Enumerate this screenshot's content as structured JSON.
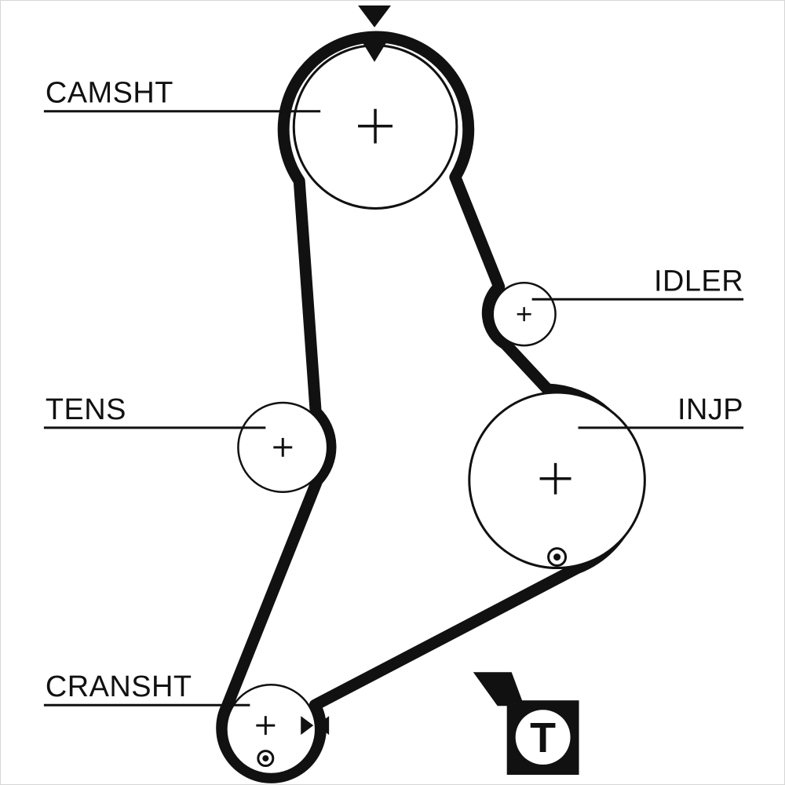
{
  "diagram": {
    "labels": {
      "camshaft": "CAMSHT",
      "idler": "IDLER",
      "tensioner": "TENS",
      "injection_pump": "INJP",
      "crankshaft": "CRANSHT"
    },
    "logo": {
      "letter": "T"
    },
    "icons": {
      "camshaft_timing_mark": "double-down-triangle",
      "crankshaft_timing_mark": "facing-triangles",
      "pulley_center_mark": "plus",
      "alignment_dot": "circled-dot"
    },
    "colors": {
      "belt": "#111111",
      "line": "#111111",
      "background": "#ffffff"
    }
  }
}
